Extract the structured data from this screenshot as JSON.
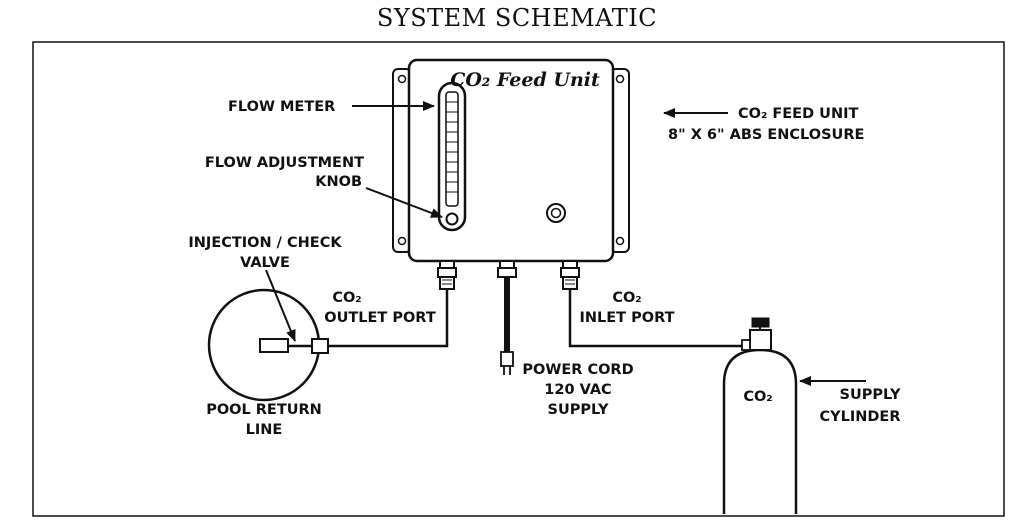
{
  "title": "SYSTEM SCHEMATIC",
  "unit_title": "CO₂ Feed Unit",
  "labels": {
    "flow_meter": "FLOW METER",
    "flow_adjustment_1": "FLOW ADJUSTMENT",
    "flow_adjustment_2": "KNOB",
    "feed_unit_1": "CO₂ FEED UNIT",
    "feed_unit_2": "8\" X 6\" ABS ENCLOSURE",
    "injection_1": "INJECTION / CHECK",
    "injection_2": "VALVE",
    "outlet_1": "CO₂",
    "outlet_2": "OUTLET PORT",
    "inlet_1": "CO₂",
    "inlet_2": "INLET PORT",
    "power_1": "POWER CORD",
    "power_2": "120 VAC",
    "power_3": "SUPPLY",
    "pool_1": "POOL RETURN",
    "pool_2": "LINE",
    "cylinder": "CO₂",
    "supply_1": "SUPPLY",
    "supply_2": "CYLINDER"
  }
}
